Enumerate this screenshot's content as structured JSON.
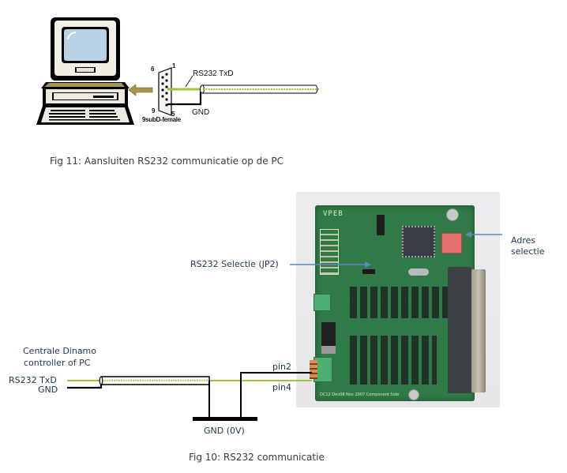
{
  "figure11": {
    "caption": "Fig 11: Aansluiten RS232 communicatie op de PC",
    "connector": {
      "pin_top_left": "6",
      "pin_top_right": "1",
      "pin_bottom_left": "9",
      "pin_bottom_right": "5",
      "type_label": "9subD-female"
    },
    "wire_labels": {
      "txd": "RS232 TxD",
      "gnd": "GND"
    }
  },
  "figure10": {
    "caption": "Fig 10: RS232 communicatie",
    "source_label_line1": "Centrale Dinamo",
    "source_label_line2": "controller of PC",
    "wire_labels": {
      "txd": "RS232 TxD",
      "gnd": "GND"
    },
    "ground_label": "GND (0V)",
    "pin_labels": {
      "pin2": "pin2",
      "pin4": "pin4"
    },
    "callouts": {
      "jumper": "RS232 Selectie (JP2)",
      "address_line1": "Adres",
      "address_line2": "selectie"
    },
    "board": {
      "silkscreen_title": "VPEB",
      "silkscreen_footer": "DC12 Dev08 Nov 2007 Component Side"
    }
  },
  "colors": {
    "wire_green": "#9dc43a",
    "wire_black": "#000000",
    "pcb_green": "#2f7a46",
    "callout_blue": "#5b87c0",
    "arrow_olive": "#a8944a"
  }
}
